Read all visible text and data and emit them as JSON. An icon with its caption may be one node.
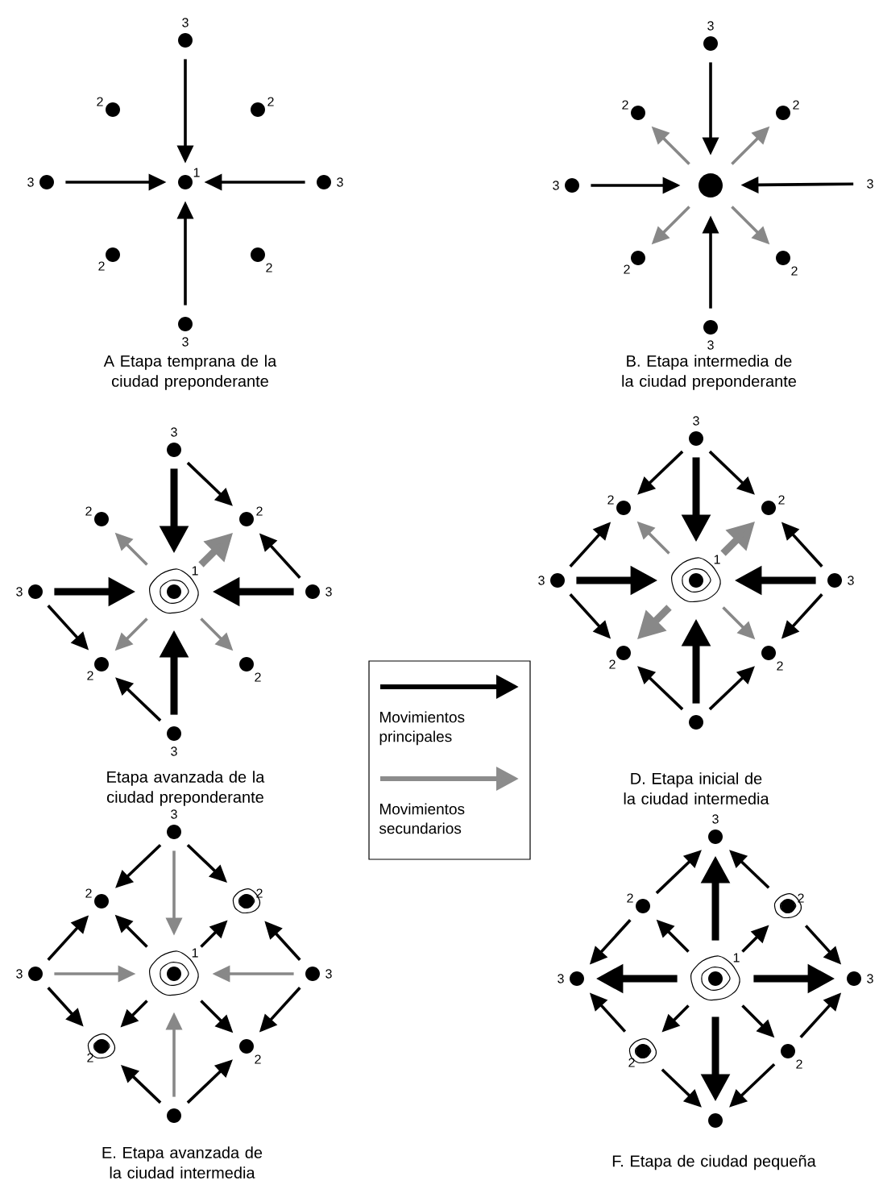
{
  "diagram": {
    "nodes": [
      {
        "text": [],
        "shape": "circle",
        "beside": [
          "3"
        ]
      },
      {
        "text": [],
        "shape": "circle",
        "beside": [
          "2"
        ]
      },
      {
        "text": [],
        "shape": "circle",
        "beside": [
          "2"
        ]
      },
      {
        "text": [],
        "shape": "circle",
        "beside": [
          "3"
        ]
      },
      {
        "text": [],
        "shape": "circle",
        "beside": [
          "1"
        ]
      },
      {
        "text": [],
        "shape": "circle",
        "beside": [
          "3"
        ]
      },
      {
        "text": [],
        "shape": "circle",
        "beside": [
          "2"
        ]
      },
      {
        "text": [],
        "shape": "circle",
        "beside": [
          "2"
        ]
      },
      {
        "text": [],
        "shape": "circle",
        "beside": [
          "3"
        ]
      },
      {
        "text": [],
        "shape": "circle",
        "beside": [
          "3"
        ]
      },
      {
        "text": [],
        "shape": "circle",
        "beside": [
          "2"
        ]
      },
      {
        "text": [],
        "shape": "circle",
        "beside": [
          "2"
        ]
      },
      {
        "text": [],
        "shape": "circle",
        "beside": [
          "3"
        ]
      },
      {
        "text": [],
        "shape": "circle"
      },
      {
        "text": [
          "3"
        ]
      },
      {
        "text": [],
        "shape": "circle",
        "beside": [
          "2"
        ]
      },
      {
        "text": [],
        "shape": "circle",
        "beside": [
          "2"
        ]
      },
      {
        "text": [],
        "shape": "circle",
        "beside": [
          "3"
        ]
      },
      {
        "text": [],
        "shape": "circle",
        "beside": [
          "3"
        ]
      },
      {
        "text": [],
        "shape": "circle",
        "beside": [
          "2"
        ]
      },
      {
        "text": [],
        "shape": "circle",
        "beside": [
          "2"
        ]
      },
      {
        "text": [],
        "shape": "circle",
        "beside": [
          "3"
        ]
      },
      {
        "text": [],
        "shape": "circle",
        "beside": [
          "1"
        ]
      },
      {
        "text": [],
        "shape": "circle",
        "beside": [
          "3"
        ]
      },
      {
        "text": [],
        "shape": "circle",
        "beside": [
          "2"
        ]
      },
      {
        "text": [],
        "shape": "circle",
        "beside": [
          "2"
        ]
      },
      {
        "text": [],
        "shape": "circle",
        "beside": [
          "3"
        ]
      },
      {
        "text": [],
        "shape": "circle",
        "beside": [
          "3"
        ]
      },
      {
        "text": [],
        "shape": "circle",
        "beside": [
          "2"
        ]
      },
      {
        "text": [],
        "shape": "circle",
        "beside": [
          "2"
        ]
      },
      {
        "text": [],
        "shape": "circle",
        "beside": [
          "3"
        ]
      },
      {
        "text": [],
        "shape": "circle",
        "beside": [
          "1"
        ]
      },
      {
        "text": [],
        "shape": "circle",
        "beside": [
          "3"
        ]
      },
      {
        "text": [],
        "shape": "circle",
        "beside": [
          "2"
        ]
      },
      {
        "text": [],
        "shape": "circle",
        "beside": [
          "2"
        ]
      },
      {
        "text": [],
        "shape": "circle"
      },
      {
        "text": [],
        "shape": "circle",
        "beside": [
          "3"
        ]
      },
      {
        "text": [],
        "shape": "circle",
        "beside": [
          "2"
        ]
      },
      {
        "text": [],
        "shape": "circle",
        "beside": [
          "2"
        ]
      },
      {
        "text": [],
        "shape": "circle",
        "beside": [
          "3"
        ]
      },
      {
        "text": [],
        "shape": "circle",
        "beside": [
          "1"
        ]
      },
      {
        "text": [],
        "shape": "circle",
        "beside": [
          "3"
        ]
      },
      {
        "text": [],
        "shape": "circle",
        "beside": [
          "2"
        ]
      },
      {
        "text": [],
        "shape": "circle",
        "beside": [
          "2"
        ]
      },
      {
        "text": [],
        "shape": "circle"
      },
      {
        "text": [],
        "shape": "circle",
        "beside": [
          "3"
        ]
      },
      {
        "text": [],
        "shape": "circle",
        "beside": [
          "2"
        ]
      },
      {
        "text": [],
        "shape": "circle",
        "beside": [
          "2"
        ]
      },
      {
        "text": [],
        "shape": "circle",
        "beside": [
          "3"
        ]
      },
      {
        "text": [],
        "shape": "circle",
        "beside": [
          "1"
        ]
      },
      {
        "text": [],
        "shape": "circle",
        "beside": [
          "3"
        ]
      },
      {
        "text": [],
        "shape": "circle",
        "beside": [
          "2"
        ]
      },
      {
        "text": [],
        "shape": "circle",
        "beside": [
          "2"
        ]
      },
      {
        "text": [],
        "shape": "circle"
      }
    ],
    "edges": [
      {
        "from": 0,
        "to": 4,
        "arrow": "to"
      },
      {
        "from": 3,
        "to": 4,
        "arrow": "to"
      },
      {
        "from": 5,
        "to": 4,
        "arrow": "to"
      },
      {
        "from": 8,
        "to": 4,
        "arrow": "to"
      },
      {
        "from": 9,
        "to": 13,
        "arrow": "to"
      },
      {
        "from": 12,
        "to": 13,
        "arrow": "to"
      },
      {
        "from": 14,
        "to": 13,
        "arrow": "to"
      },
      {
        "from": 17,
        "to": 13,
        "arrow": "to"
      },
      {
        "from": 13,
        "to": 10,
        "arrow": "to",
        "color": "#888888"
      },
      {
        "from": 13,
        "to": 11,
        "arrow": "to",
        "color": "#888888"
      },
      {
        "from": 13,
        "to": 15,
        "arrow": "to",
        "color": "#888888"
      },
      {
        "from": 13,
        "to": 16,
        "arrow": "to",
        "color": "#888888"
      },
      {
        "from": 18,
        "to": 22,
        "arrow": "to",
        "style": "thick"
      },
      {
        "from": 21,
        "to": 22,
        "arrow": "to",
        "style": "thick"
      },
      {
        "from": 23,
        "to": 22,
        "arrow": "to",
        "style": "thick"
      },
      {
        "from": 26,
        "to": 22,
        "arrow": "to",
        "style": "thick"
      },
      {
        "from": 22,
        "to": 19,
        "arrow": "to",
        "color": "#888888"
      },
      {
        "from": 22,
        "to": 20,
        "arrow": "to",
        "style": "thick",
        "color": "#888888"
      },
      {
        "from": 22,
        "to": 24,
        "arrow": "to",
        "color": "#888888"
      },
      {
        "from": 22,
        "to": 25,
        "arrow": "to",
        "color": "#888888"
      },
      {
        "from": 18,
        "to": 20,
        "arrow": "to"
      },
      {
        "from": 23,
        "to": 20,
        "arrow": "to"
      },
      {
        "from": 21,
        "to": 24,
        "arrow": "to"
      },
      {
        "from": 26,
        "to": 24,
        "arrow": "to"
      },
      {
        "from": 27,
        "to": 31,
        "arrow": "to",
        "style": "thick"
      },
      {
        "from": 30,
        "to": 31,
        "arrow": "to",
        "style": "thick"
      },
      {
        "from": 32,
        "to": 31,
        "arrow": "to",
        "style": "thick"
      },
      {
        "from": 35,
        "to": 31,
        "arrow": "to",
        "style": "thick"
      },
      {
        "from": 31,
        "to": 28,
        "arrow": "to",
        "color": "#888888"
      },
      {
        "from": 31,
        "to": 29,
        "arrow": "to",
        "style": "thick",
        "color": "#888888"
      },
      {
        "from": 31,
        "to": 33,
        "arrow": "to",
        "style": "thick",
        "color": "#888888"
      },
      {
        "from": 31,
        "to": 34,
        "arrow": "to",
        "color": "#888888"
      },
      {
        "from": 27,
        "to": 28,
        "arrow": "to"
      },
      {
        "from": 27,
        "to": 29,
        "arrow": "to"
      },
      {
        "from": 30,
        "to": 28,
        "arrow": "to"
      },
      {
        "from": 30,
        "to": 33,
        "arrow": "to"
      },
      {
        "from": 32,
        "to": 29,
        "arrow": "to"
      },
      {
        "from": 32,
        "to": 34,
        "arrow": "to"
      },
      {
        "from": 35,
        "to": 33,
        "arrow": "to"
      },
      {
        "from": 35,
        "to": 34,
        "arrow": "to"
      },
      {
        "from": 36,
        "to": 40,
        "arrow": "to",
        "color": "#888888"
      },
      {
        "from": 39,
        "to": 40,
        "arrow": "to",
        "color": "#888888"
      },
      {
        "from": 41,
        "to": 40,
        "arrow": "to",
        "color": "#888888"
      },
      {
        "from": 44,
        "to": 40,
        "arrow": "to",
        "color": "#888888"
      },
      {
        "from": 40,
        "to": 37,
        "arrow": "to"
      },
      {
        "from": 40,
        "to": 38,
        "arrow": "to"
      },
      {
        "from": 40,
        "to": 42,
        "arrow": "to"
      },
      {
        "from": 40,
        "to": 43,
        "arrow": "to"
      },
      {
        "from": 36,
        "to": 37,
        "arrow": "to"
      },
      {
        "from": 36,
        "to": 38,
        "arrow": "to"
      },
      {
        "from": 39,
        "to": 37,
        "arrow": "to"
      },
      {
        "from": 39,
        "to": 42,
        "arrow": "to"
      },
      {
        "from": 41,
        "to": 38,
        "arrow": "to"
      },
      {
        "from": 41,
        "to": 43,
        "arrow": "to"
      },
      {
        "from": 44,
        "to": 42,
        "arrow": "to"
      },
      {
        "from": 44,
        "to": 43,
        "arrow": "to"
      },
      {
        "from": 49,
        "to": 45,
        "arrow": "to",
        "style": "thick"
      },
      {
        "from": 49,
        "to": 48,
        "arrow": "to",
        "style": "thick"
      },
      {
        "from": 49,
        "to": 50,
        "arrow": "to",
        "style": "thick"
      },
      {
        "from": 49,
        "to": 53,
        "arrow": "to",
        "style": "thick"
      },
      {
        "from": 46,
        "to": 45,
        "arrow": "to"
      },
      {
        "from": 47,
        "to": 45,
        "arrow": "to"
      },
      {
        "from": 46,
        "to": 48,
        "arrow": "to"
      },
      {
        "from": 51,
        "to": 48,
        "arrow": "to"
      },
      {
        "from": 47,
        "to": 50,
        "arrow": "to"
      },
      {
        "from": 52,
        "to": 50,
        "arrow": "to"
      },
      {
        "from": 51,
        "to": 53,
        "arrow": "to"
      },
      {
        "from": 52,
        "to": 53,
        "arrow": "to"
      },
      {
        "from": 49,
        "to": 46,
        "arrow": "to"
      },
      {
        "from": 49,
        "to": 47,
        "arrow": "to"
      },
      {
        "from": 49,
        "to": 51,
        "arrow": "to"
      },
      {
        "from": 49,
        "to": 52,
        "arrow": "to"
      }
    ],
    "labels": [
      "A Etapa temprana de la ciudad preponderante",
      "B. Etapa intermedia de la ciudad preponderante",
      "Etapa avanzada de la ciudad preponderante",
      "D. Etapa inicial de la ciudad intermedia",
      "E. Etapa avanzada de la ciudad intermedia",
      "F. Etapa de ciudad pequeña"
    ],
    "legend": [
      {
        "text": "Movimientos principales"
      },
      {
        "text": "Movimientos secundarios"
      }
    ]
  }
}
